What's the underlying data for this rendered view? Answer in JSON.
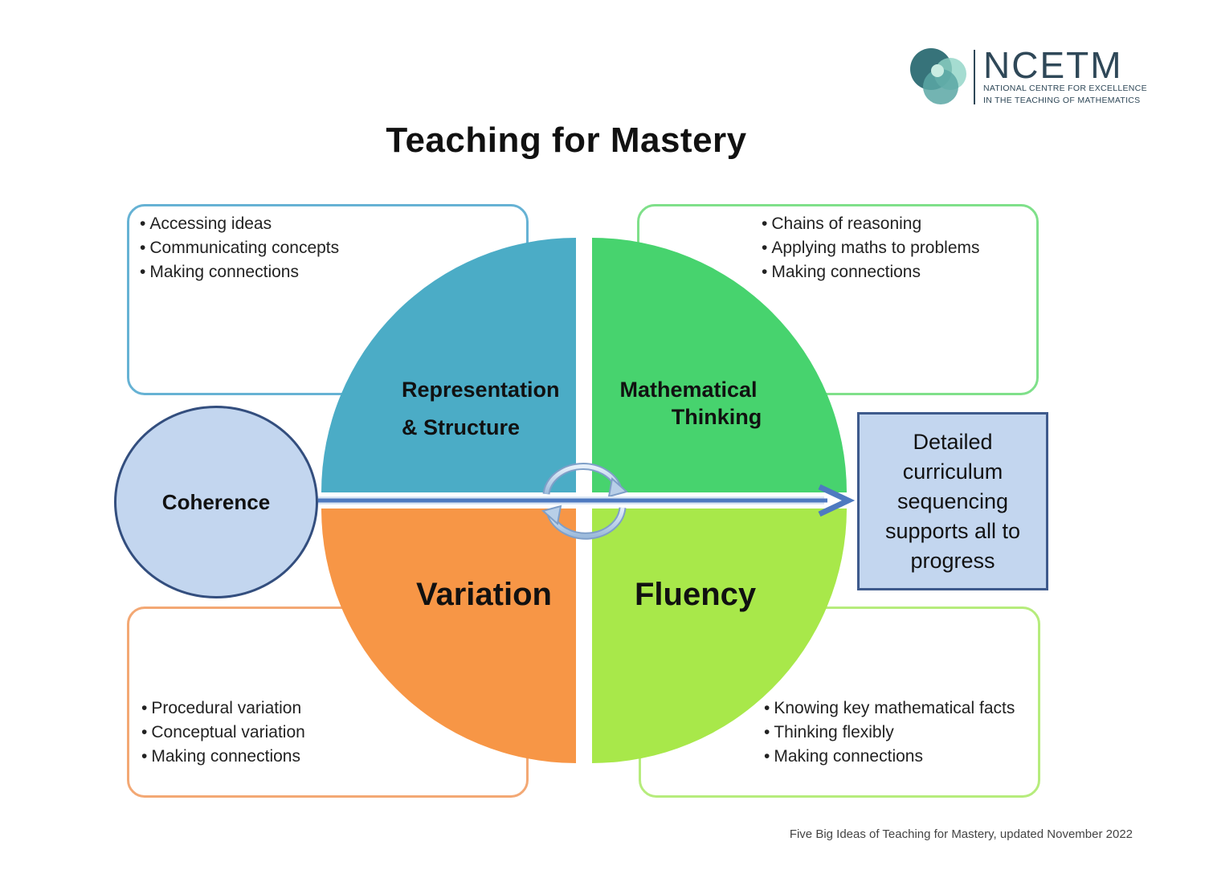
{
  "title": "Teaching for Mastery",
  "logo": {
    "name": "NCETM",
    "line1": "NATIONAL CENTRE FOR EXCELLENCE",
    "line2": "IN THE TEACHING OF MATHEMATICS"
  },
  "quadrants": {
    "representation": {
      "label_line1": "Representation",
      "label_line2": "& Structure",
      "color": "#4bacc6",
      "bullets": [
        "Accessing ideas",
        "Communicating concepts",
        "Making connections"
      ]
    },
    "mathematical_thinking": {
      "label_line1": "Mathematical",
      "label_line2": "Thinking",
      "color": "#47d36e",
      "bullets": [
        "Chains of reasoning",
        "Applying maths to problems",
        "Making connections"
      ]
    },
    "variation": {
      "label": "Variation",
      "color": "#f79646",
      "bullets": [
        "Procedural variation",
        "Conceptual variation",
        "Making connections"
      ]
    },
    "fluency": {
      "label": "Fluency",
      "color": "#a8e84a",
      "bullets": [
        "Knowing key mathematical facts",
        "Thinking flexibly",
        "Making connections"
      ]
    }
  },
  "coherence": {
    "label": "Coherence",
    "color": "#c3d6ef"
  },
  "sequencing": {
    "lines": [
      "Detailed",
      "curriculum",
      "sequencing",
      "supports all to",
      "progress"
    ]
  },
  "arrow_color": "#4e7ac0",
  "footer": "Five Big Ideas of Teaching for Mastery, updated November 2022"
}
